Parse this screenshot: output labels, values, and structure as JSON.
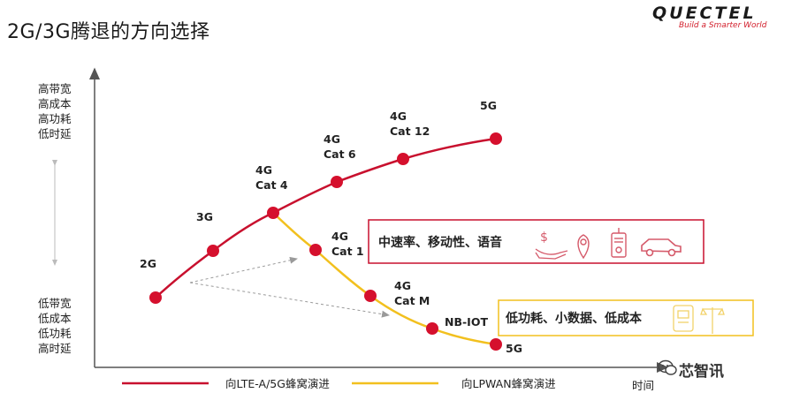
{
  "title": "2G/3G腾退的方向选择",
  "logo": {
    "wordmark": "QUECTEL",
    "tagline": "Build a Smarter World"
  },
  "y_axis": {
    "top_labels": [
      "高带宽",
      "高成本",
      "高功耗",
      "低时延"
    ],
    "bottom_labels": [
      "低带宽",
      "低成本",
      "低功耗",
      "高时延"
    ]
  },
  "x_axis_label": "时间",
  "upper_path": [
    {
      "label": [
        "2G"
      ]
    },
    {
      "label": [
        "3G"
      ]
    },
    {
      "label": [
        "4G",
        "Cat 4"
      ]
    },
    {
      "label": [
        "4G",
        "Cat 6"
      ]
    },
    {
      "label": [
        "4G",
        "Cat 12"
      ]
    },
    {
      "label": [
        "5G"
      ]
    }
  ],
  "lower_path": [
    {
      "label": [
        "4G",
        "Cat 1"
      ]
    },
    {
      "label": [
        "4G",
        "Cat M"
      ]
    },
    {
      "label": [
        "NB-IOT"
      ]
    },
    {
      "label": [
        "5G"
      ]
    }
  ],
  "box_high": {
    "text": "中速率、移动性、语音"
  },
  "box_low": {
    "text": "低功耗、小数据、低成本"
  },
  "legend": [
    {
      "label": "向LTE-A/5G蜂窝演进",
      "color": "#c8102e"
    },
    {
      "label": "向LPWAN蜂窝演进",
      "color": "#f2c01e"
    }
  ],
  "colors": {
    "red": "#c8102e",
    "yellow": "#f2c01e",
    "box_high_border": "#c8102e",
    "box_low_border": "#f2c01e"
  },
  "watermark": "芯智讯"
}
